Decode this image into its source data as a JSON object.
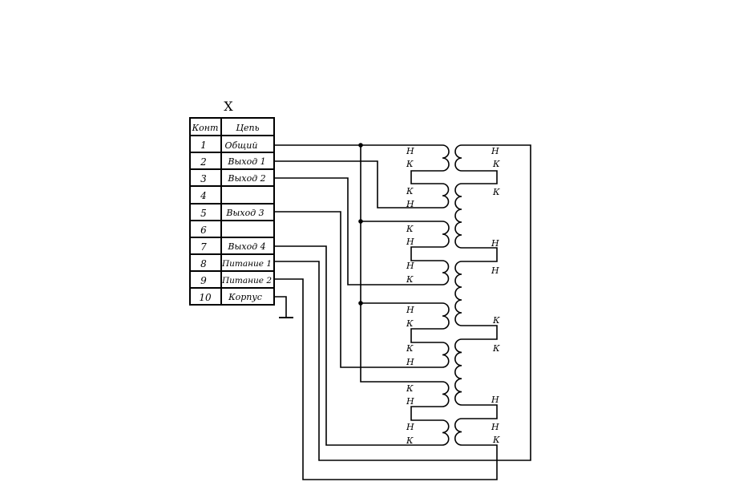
{
  "connector": {
    "name": "X",
    "header": {
      "pin": "Конт",
      "circuit": "Цепь"
    },
    "rows": [
      {
        "pin": "1",
        "circuit": "Общий"
      },
      {
        "pin": "2",
        "circuit": "Выход  1"
      },
      {
        "pin": "3",
        "circuit": "Выход  2"
      },
      {
        "pin": "4",
        "circuit": ""
      },
      {
        "pin": "5",
        "circuit": "Выход  3"
      },
      {
        "pin": "6",
        "circuit": ""
      },
      {
        "pin": "7",
        "circuit": "Выход  4"
      },
      {
        "pin": "8",
        "circuit": "Питание  1"
      },
      {
        "pin": "9",
        "circuit": "Питание  2"
      },
      {
        "pin": "10",
        "circuit": "Корпус"
      }
    ]
  },
  "secondary_windings": [
    {
      "top_coil": [
        "Н",
        "К"
      ],
      "bottom_coil": [
        "К",
        "Н"
      ]
    },
    {
      "top_coil": [
        "К",
        "Н"
      ],
      "bottom_coil": [
        "Н",
        "К"
      ]
    },
    {
      "top_coil": [
        "Н",
        "К"
      ],
      "bottom_coil": [
        "К",
        "Н"
      ]
    },
    {
      "top_coil": [
        "К",
        "Н"
      ],
      "bottom_coil": [
        "Н",
        "К"
      ]
    }
  ],
  "primary_labels": [
    "Н",
    "К",
    "К",
    "Н",
    "Н",
    "К",
    "К",
    "Н",
    "Н",
    "К"
  ]
}
